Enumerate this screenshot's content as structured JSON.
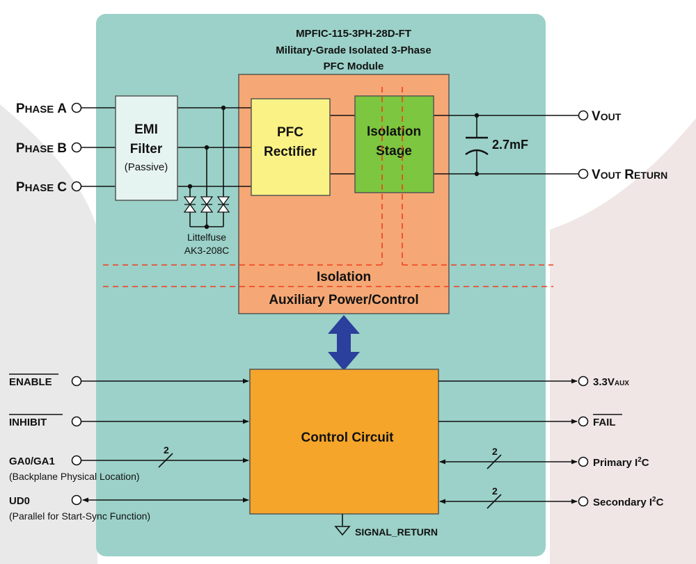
{
  "title": {
    "line1": "MPFIC-115-3PH-28D-FT",
    "line2": "Military-Grade Isolated 3-Phase",
    "line3": "PFC Module"
  },
  "inputs": {
    "phase_a": {
      "main": "P",
      "rest": "HASE",
      "letter": "A"
    },
    "phase_b": {
      "main": "P",
      "rest": "HASE",
      "letter": "B"
    },
    "phase_c": {
      "main": "P",
      "rest": "HASE",
      "letter": "C"
    }
  },
  "emi": {
    "line1": "EMI",
    "line2": "Filter",
    "note": "(Passive)"
  },
  "tvs": {
    "line1": "Littelfuse",
    "line2": "AK3-208C"
  },
  "pfc": {
    "line1": "PFC",
    "line2": "Rectifier"
  },
  "isolation_stage": {
    "line1": "Isolation",
    "line2": "Stage"
  },
  "capacitor": {
    "value": "2.7mF"
  },
  "outputs": {
    "vout": {
      "main": "V",
      "sub": "OUT"
    },
    "vout_return": {
      "main": "V",
      "sub": "OUT",
      "r": "R",
      "rest": "ETURN"
    }
  },
  "isolation_aux": {
    "line1": "Isolation",
    "line2": "Auxiliary Power/Control"
  },
  "control": {
    "label": "Control Circuit"
  },
  "signals_left": {
    "enable": "ENABLE",
    "inhibit": "INHIBIT",
    "ga": "GA0/GA1",
    "ga_note": "(Backplane Physical Location)",
    "ga_bus": "2",
    "ud0": "UD0",
    "ud0_note": "(Parallel for Start-Sync Function)"
  },
  "signals_right": {
    "aux_main": "3.3V",
    "aux_sub": "AUX",
    "fail": "FAIL",
    "primary": "Primary I",
    "secondary": "Secondary I",
    "sup": "2",
    "c": "C",
    "primary_bus": "2",
    "secondary_bus": "2"
  },
  "ground": {
    "label": "SIGNAL_RETURN"
  },
  "colors": {
    "module_bg": "#9bd1c8",
    "upper_block": "#f5a875",
    "emi_fill": "#e6f4f1",
    "pfc_fill": "#fbf285",
    "isolation_fill": "#7dc63f",
    "control_fill": "#f5a52a",
    "arrow": "#2b3f9c",
    "isolation_line": "#f23c1c"
  }
}
